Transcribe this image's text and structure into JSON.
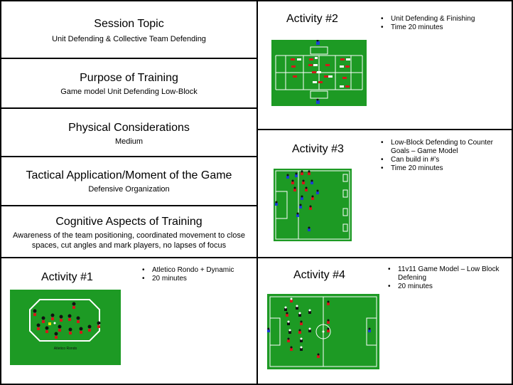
{
  "left_boxes": [
    {
      "title": "Session Topic",
      "subtitle": "Unit Defending & Collective Team Defending"
    },
    {
      "title": "Purpose of Training",
      "subtitle": "Game model Unit Defending Low-Block"
    },
    {
      "title": "Physical Considerations",
      "subtitle": "Medium"
    },
    {
      "title": "Tactical Application/Moment  of the Game",
      "subtitle": "Defensive Organization"
    },
    {
      "title": "Cognitive  Aspects of Training",
      "subtitle": "Awareness of the team positioning, coordinated movement to close spaces, cut angles and mark players, no lapses of focus"
    }
  ],
  "activity1": {
    "title": "Activity #1",
    "bullets": [
      "Atletico Rondo + Dynamic",
      "20 minutes"
    ],
    "caption": "Atletico Rondo"
  },
  "activity2": {
    "title": "Activity #2",
    "bullets": [
      "Unit Defending & Finishing",
      "Time 20 minutes"
    ]
  },
  "activity3": {
    "title": "Activity #3",
    "bullets": [
      "Low-Block Defending to Counter Goals – Game Model",
      "Can build in #’s",
      "Time 20 minutes"
    ]
  },
  "activity4": {
    "title": "Activity #4",
    "bullets": [
      "11v11 Game Model – Low Block Defening",
      "20 minutes"
    ]
  },
  "colors": {
    "field_green": "#1d9a24",
    "line_white": "#ffffff",
    "player_red": "#d21a1a",
    "player_blue": "#1a3fd2",
    "player_black": "#111111"
  }
}
